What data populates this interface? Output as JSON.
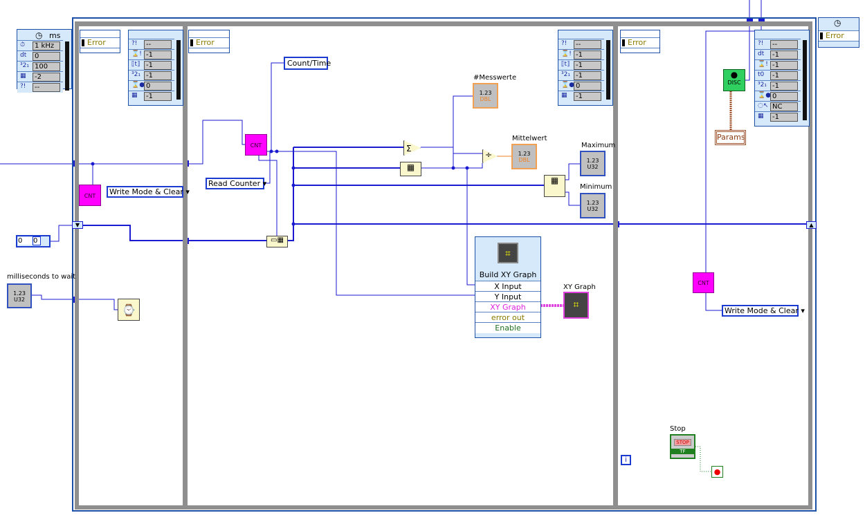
{
  "timing_left": {
    "unit": "ms",
    "rows": [
      {
        "icon": "⏱",
        "value": "1 kHz"
      },
      {
        "icon": "dt",
        "value": "0"
      },
      {
        "icon": "³2₁",
        "value": "100"
      },
      {
        "icon": "▦",
        "value": "-2"
      },
      {
        "icon": "?!",
        "value": "--"
      }
    ]
  },
  "error_label": "Error",
  "ts_cluster_1": {
    "rows": [
      {
        "icon": "?!",
        "value": "--"
      },
      {
        "icon": "⌛!",
        "value": "-1"
      },
      {
        "icon": "⟦t⟧",
        "value": "-1"
      },
      {
        "icon": "³2₁",
        "value": "-1"
      },
      {
        "icon": "⌛●",
        "value": "0"
      },
      {
        "icon": "▦",
        "value": "-1"
      }
    ]
  },
  "ts_cluster_2": {
    "rows": [
      {
        "icon": "?!",
        "value": "--"
      },
      {
        "icon": "⌛!",
        "value": "-1"
      },
      {
        "icon": "⟦t⟧",
        "value": "-1"
      },
      {
        "icon": "³2₁",
        "value": "-1"
      },
      {
        "icon": "⌛●",
        "value": "0"
      },
      {
        "icon": "▦",
        "value": "-1"
      }
    ]
  },
  "ts_cluster_3": {
    "rows": [
      {
        "icon": "?!",
        "value": "--"
      },
      {
        "icon": "dt",
        "value": "-1"
      },
      {
        "icon": "⌛!",
        "value": "-1"
      },
      {
        "icon": "t0",
        "value": "-1"
      },
      {
        "icon": "³2₁",
        "value": "-1"
      },
      {
        "icon": "⌛●",
        "value": "0"
      },
      {
        "icon": "◌↖",
        "value": "NC"
      },
      {
        "icon": "▦",
        "value": "-1"
      }
    ]
  },
  "cnt_label": "CNT",
  "count_time": "Count/Time",
  "read_counter": "Read Counter",
  "write_mode": "Write Mode & Clear",
  "messwerte": "#Messwerte",
  "mittelwert": "Mittelwert",
  "maximum": "Maximum",
  "minimum": "Minimum",
  "num_display": "1.23",
  "dbl": "DBL",
  "u32": "U32",
  "ms_to_wait": "milliseconds to wait",
  "const_value": "0",
  "build_xy": {
    "title": "Build XY Graph",
    "rows": [
      "X Input",
      "Y Input",
      "XY Graph",
      "error out",
      "Enable"
    ]
  },
  "xy_graph": "XY Graph",
  "stop": {
    "label": "Stop",
    "button": "STOP",
    "tf": "TF"
  },
  "iteration": "i",
  "disc": "DISC",
  "params": "Params",
  "colors": {
    "wire": "#1a1ad0",
    "counter": "#ff00ff",
    "frame": "#8f8f8f",
    "xy_wire": "#e040e0"
  }
}
